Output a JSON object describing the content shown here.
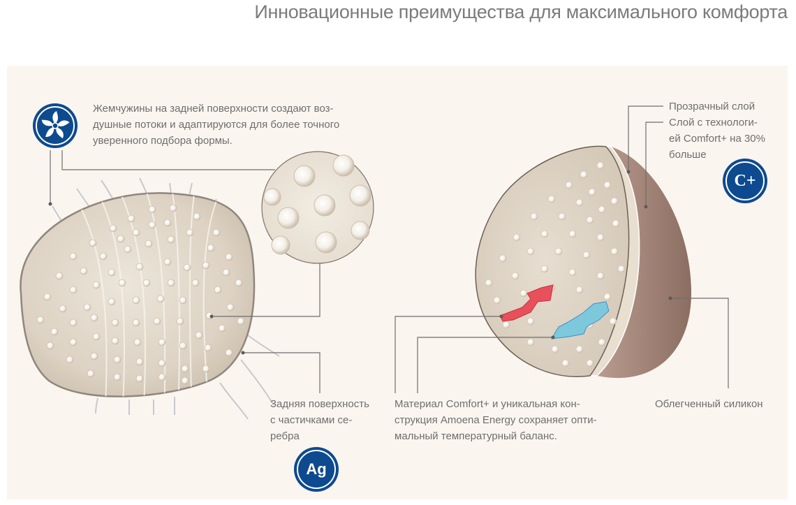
{
  "header": {
    "title": "Инновационные преимущества для максимального комфорта"
  },
  "callouts": {
    "pearls": {
      "lines": [
        "Жемчужины на задней поверхности создают воз-",
        "душные потоки и адаптируются для более точного",
        "уверенного подбора формы."
      ],
      "icon": "flower-pinwheel-icon"
    },
    "transparent_layer": {
      "text": "Прозрачный слой"
    },
    "comfort_layer": {
      "lines": [
        "Слой с технологи-",
        "ей Comfort+ на 30%",
        "больше"
      ],
      "icon_label": "C+"
    },
    "silver_back": {
      "lines": [
        "Задняя поверхность",
        "с частичками се-",
        "ребра"
      ],
      "icon_label": "Ag"
    },
    "comfort_material": {
      "lines": [
        "Материал Comfort+ и уникальная кон-",
        "струкция Amoena Energy сохраняет опти-",
        "мальный температурный баланс."
      ]
    },
    "light_silicone": {
      "text": "Облегченный силикон"
    }
  },
  "colors": {
    "badge_blue": "#0d4a8f",
    "panel_bg": "#fbf5ef",
    "text_gray": "#6e6e6e",
    "title_gray": "#7b7b7b",
    "warm_arrow": "#e8505b",
    "cool_arrow": "#7ec8dc",
    "silicone_brown": "#9c7f72",
    "prosthesis_beige": "#e2d8c9"
  }
}
